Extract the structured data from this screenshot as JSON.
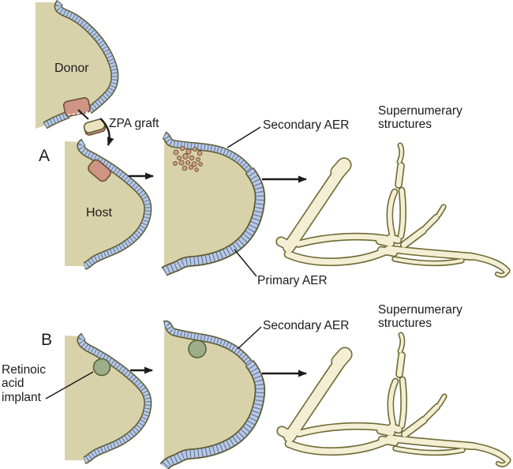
{
  "figure": {
    "panel_a": {
      "panel_letter": "A",
      "donor_label": "Donor",
      "host_label": "Host",
      "zpa_graft_label": "ZPA graft",
      "secondary_aer_label": "Secondary AER",
      "primary_aer_label": "Primary AER",
      "supernumerary_label": "Supernumerary structures"
    },
    "panel_b": {
      "panel_letter": "B",
      "retinoic_implant_label": "Retinoic acid implant",
      "secondary_aer_label": "Secondary AER",
      "supernumerary_label": "Supernumerary structures"
    }
  },
  "colors": {
    "bud_fill": "#d8d2aa",
    "aer_blue": "#b7c9e8",
    "aer_stripe": "#5c6880",
    "outline_olive": "#5c5a32",
    "zpa_salmon": "#cf9484",
    "salmon_outline": "#6b5136",
    "graft_cream": "#ece4bf",
    "bead_green": "#9fae8a",
    "bead_outline": "#57633a",
    "bone_fill": "#f4eed4",
    "bone_outline": "#6f6b35",
    "cell_fill": "#cfa288",
    "cell_outline": "#7b5b3e",
    "text": "#1b1b1b"
  }
}
